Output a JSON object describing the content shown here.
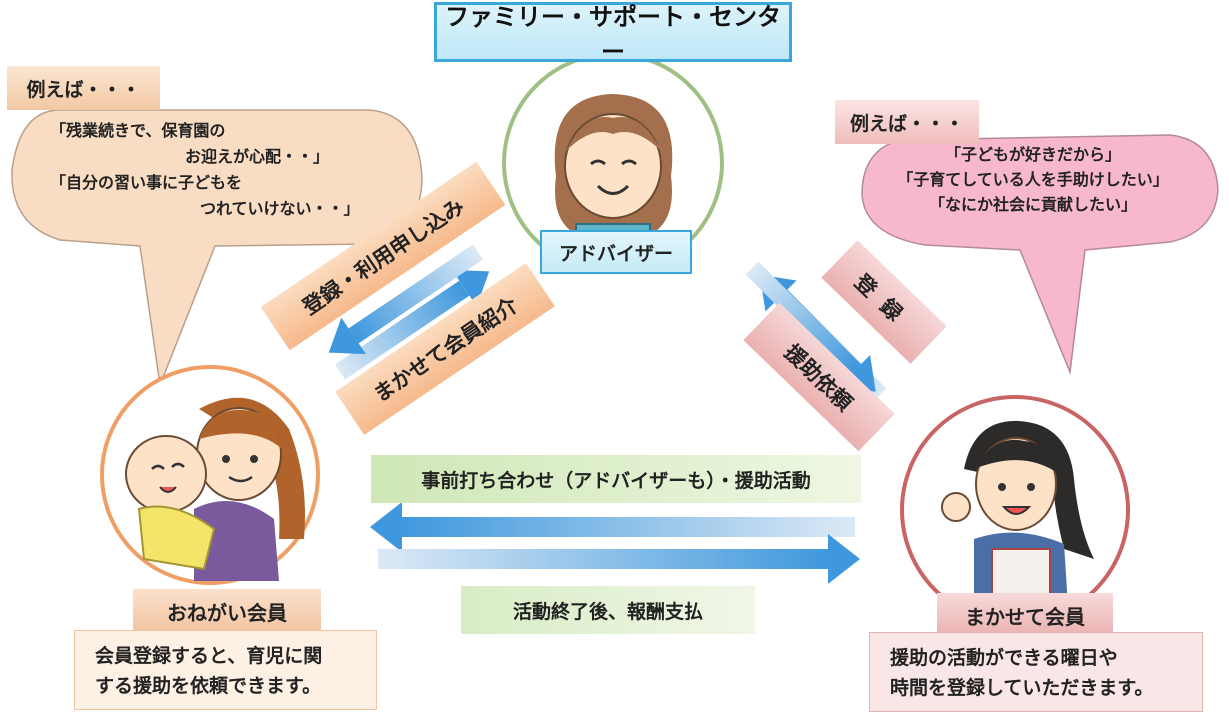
{
  "header": {
    "title": "ファミリー・サポート・センター"
  },
  "advisor": {
    "label": "アドバイザー"
  },
  "left_example": {
    "tag": "例えば・・・",
    "quotes": [
      "「残業続きで、保育園の",
      "お迎えが心配・・」",
      "「自分の習い事に子どもを",
      "つれていけない・・」"
    ]
  },
  "right_example": {
    "tag": "例えば・・・",
    "quotes": [
      "「子どもが好きだから」",
      "「子育てしている人を手助けしたい」",
      "「なにか社会に貢献したい」"
    ]
  },
  "flows": {
    "apply": "登録・利用申し込み",
    "introduce": "まかせて会員紹介",
    "register": "登録",
    "request": "援助依頼",
    "meeting": "事前打ち合わせ（アドバイザーも）・援助活動",
    "payment": "活動終了後、報酬支払"
  },
  "onegai_member": {
    "label": "おねがい会員",
    "description": [
      "会員登録すると、育児に関",
      "する援助を依頼できます。"
    ]
  },
  "makasete_member": {
    "label": "まかせて会員",
    "description": [
      "援助の活動ができる曜日や",
      "時間を登録していただきます。"
    ]
  },
  "colors": {
    "arrow_blue": "#4a9fe0",
    "advisor_ring": "#9ec083",
    "onegai_ring": "#ef9f66",
    "makasete_ring": "#c86464",
    "left_bubble": "#f8dcc4",
    "right_bubble": "#f7b7cc"
  }
}
